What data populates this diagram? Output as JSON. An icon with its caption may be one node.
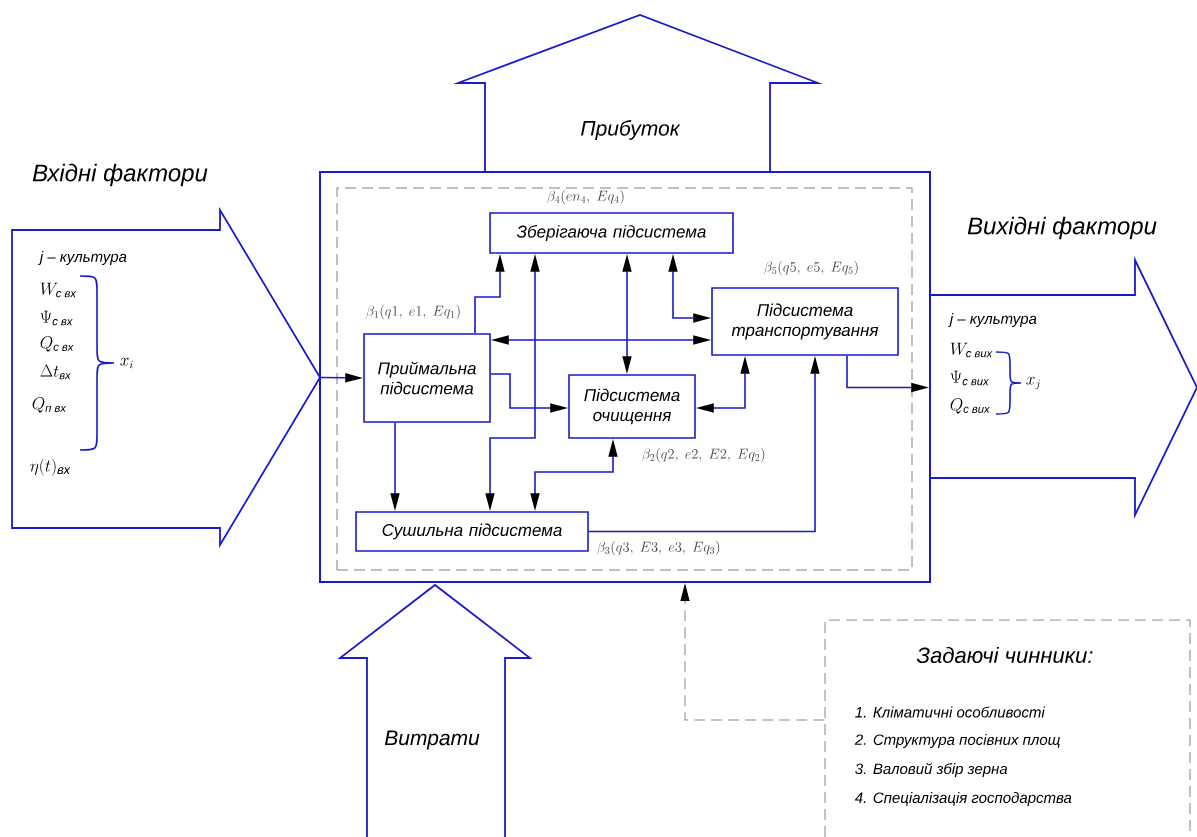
{
  "diagram": {
    "nodes": [
      {
        "text": [
          "Вхідні фактори",
          "j – культура",
          "W_{\\text{с вх}}",
          "\\Psi_{\\text{с вх}}",
          "Q_{\\text{с вх}}",
          "\\Delta t_{\\text{вх}}",
          "Q_{\\text{п вх}}",
          "x_{i}",
          "\\eta(t)_{\\text{вх}}"
        ]
      },
      {
        "text": [],
        "shape": "box"
      },
      {
        "text": [],
        "shape": "box",
        "in": 1
      },
      {
        "text": [
          "Приймальна підсистема"
        ],
        "in": 2,
        "beside": [
          "\\beta_{1}(q1,\\ e1,\\ Eq_{1})"
        ]
      },
      {
        "text": [
          "Зберігаюча підсистема"
        ],
        "in": 2,
        "beside": [
          "\\beta_{4}(en_{4},\\ Eq_{4})"
        ]
      },
      {
        "text": [
          "Підсистема транспортування"
        ],
        "in": 2,
        "beside": [
          "\\beta_{5}(q5,\\ e5,\\ Eq_{5})"
        ]
      },
      {
        "text": [
          "Підсистема очищення"
        ],
        "in": 2,
        "beside": [
          "\\beta_{2}(q2,\\ e2,\\ E2,\\ Eq_{2})"
        ]
      },
      {
        "text": [
          "Сушильна підсистема"
        ],
        "in": 2,
        "beside": [
          "\\beta_{3}(q3,\\ E3,\\ e3,\\ Eq_{3})"
        ]
      },
      {
        "text": [
          "Вихідні фактори",
          "j – культура",
          "W_{\\text{с вих}}",
          "\\Psi_{\\text{с вих}}",
          "Q_{\\text{с вих}}",
          "x_{j}"
        ]
      },
      {
        "text": [
          "Прибуток"
        ]
      },
      {
        "text": [
          "Витрати"
        ]
      },
      {
        "text": [
          "Задаючі чинники:",
          "1. Кліматичні особливості",
          "2. Структура посівних площ",
          "3. Валовий збір зерна",
          "4. Спеціалізація господарства"
        ]
      }
    ],
    "edges": [
      {
        "from": 0,
        "to": 3,
        "arrow": "to"
      },
      {
        "from": 3,
        "to": 4,
        "arrow": "to"
      },
      {
        "from": 7,
        "to": 4,
        "arrow": "both"
      },
      {
        "from": 4,
        "to": 6,
        "arrow": "both"
      },
      {
        "from": 4,
        "to": 5,
        "arrow": "both"
      },
      {
        "from": 3,
        "to": 5,
        "arrow": "both"
      },
      {
        "from": 3,
        "to": 6,
        "arrow": "to"
      },
      {
        "from": 6,
        "to": 5,
        "arrow": "both"
      },
      {
        "from": 3,
        "to": 7,
        "arrow": "to"
      },
      {
        "from": 6,
        "to": 7,
        "arrow": "both"
      },
      {
        "from": 7,
        "to": 5,
        "arrow": "to"
      },
      {
        "from": 5,
        "to": 8,
        "arrow": "to"
      },
      {
        "from": 11,
        "to": 1,
        "arrow": "to",
        "style": "dashed",
        "color": "#888888"
      }
    ]
  }
}
